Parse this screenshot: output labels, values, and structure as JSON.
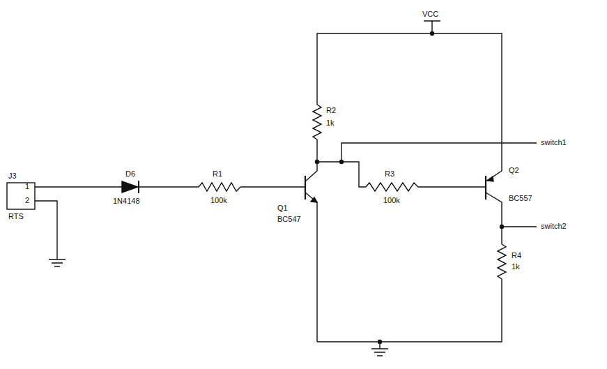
{
  "diagram": {
    "labels": [
      "VCC",
      "R2",
      "1k",
      "switch1",
      "J3",
      "1",
      "2",
      "RTS",
      "D6",
      "1N4148",
      "R1",
      "100k",
      "Q1",
      "BC547",
      "R3",
      "100k",
      "Q2",
      "BC557",
      "switch2",
      "R4",
      "1k"
    ]
  }
}
